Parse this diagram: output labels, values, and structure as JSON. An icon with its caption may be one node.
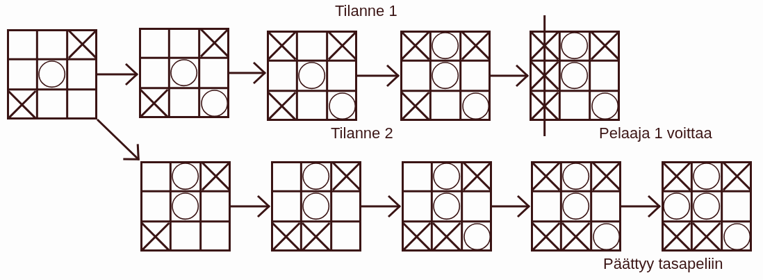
{
  "diagram": {
    "nodes": [
      {
        "text": [],
        "shape": "box"
      },
      {
        "text": [],
        "shape": "cross",
        "in": 0
      },
      {
        "text": [],
        "shape": "circle",
        "in": 0
      },
      {
        "text": [],
        "shape": "cross",
        "in": 0
      },
      {
        "text": [],
        "shape": "box"
      },
      {
        "text": [],
        "shape": "cross",
        "in": 4
      },
      {
        "text": [],
        "shape": "circle",
        "in": 4
      },
      {
        "text": [],
        "shape": "cross",
        "in": 4
      },
      {
        "text": [],
        "shape": "circle",
        "in": 4
      },
      {
        "text": [],
        "shape": "box"
      },
      {
        "text": [],
        "shape": "cross",
        "in": 9
      },
      {
        "text": [],
        "shape": "cross",
        "in": 9
      },
      {
        "text": [],
        "shape": "circle",
        "in": 9
      },
      {
        "text": [],
        "shape": "cross",
        "in": 9
      },
      {
        "text": [],
        "shape": "circle",
        "in": 9
      },
      {
        "text": [],
        "shape": "box"
      },
      {
        "text": [],
        "shape": "cross",
        "in": 15
      },
      {
        "text": [],
        "shape": "circle",
        "in": 15
      },
      {
        "text": [],
        "shape": "cross",
        "in": 15
      },
      {
        "text": [],
        "shape": "circle",
        "in": 15
      },
      {
        "text": [],
        "shape": "cross",
        "in": 15
      },
      {
        "text": [],
        "shape": "circle",
        "in": 15
      },
      {
        "text": [],
        "shape": "box",
        "beside": [
          "Pelaaja 1 voittaa"
        ]
      },
      {
        "text": [],
        "shape": "cross",
        "in": 22
      },
      {
        "text": [],
        "shape": "circle",
        "in": 22
      },
      {
        "text": [],
        "shape": "cross",
        "in": 22
      },
      {
        "text": [],
        "shape": "cross",
        "in": 22
      },
      {
        "text": [],
        "shape": "circle",
        "in": 22
      },
      {
        "text": [],
        "shape": "cross",
        "in": 22
      },
      {
        "text": [],
        "shape": "circle",
        "in": 22
      },
      {
        "text": [],
        "shape": "box"
      },
      {
        "text": [],
        "shape": "circle",
        "in": 30
      },
      {
        "text": [],
        "shape": "cross",
        "in": 30
      },
      {
        "text": [],
        "shape": "circle",
        "in": 30
      },
      {
        "text": [],
        "shape": "cross",
        "in": 30
      },
      {
        "text": [],
        "shape": "box"
      },
      {
        "text": [],
        "shape": "circle",
        "in": 35
      },
      {
        "text": [],
        "shape": "cross",
        "in": 35
      },
      {
        "text": [],
        "shape": "circle",
        "in": 35
      },
      {
        "text": [],
        "shape": "cross",
        "in": 35
      },
      {
        "text": [],
        "shape": "cross",
        "in": 35
      },
      {
        "text": [],
        "shape": "box"
      },
      {
        "text": [],
        "shape": "circle",
        "in": 41
      },
      {
        "text": [],
        "shape": "cross",
        "in": 41
      },
      {
        "text": [],
        "shape": "circle",
        "in": 41
      },
      {
        "text": [],
        "shape": "cross",
        "in": 41
      },
      {
        "text": [],
        "shape": "cross",
        "in": 41
      },
      {
        "text": [],
        "shape": "circle",
        "in": 41
      },
      {
        "text": [],
        "shape": "box"
      },
      {
        "text": [],
        "shape": "cross",
        "in": 48
      },
      {
        "text": [],
        "shape": "circle",
        "in": 48
      },
      {
        "text": [],
        "shape": "cross",
        "in": 48
      },
      {
        "text": [],
        "shape": "circle",
        "in": 48
      },
      {
        "text": [],
        "shape": "cross",
        "in": 48
      },
      {
        "text": [],
        "shape": "cross",
        "in": 48
      },
      {
        "text": [],
        "shape": "circle",
        "in": 48
      },
      {
        "text": [],
        "shape": "box",
        "beside": [
          "Päättyy tasapeliin"
        ]
      },
      {
        "text": [],
        "shape": "cross",
        "in": 56
      },
      {
        "text": [],
        "shape": "circle",
        "in": 56
      },
      {
        "text": [],
        "shape": "cross",
        "in": 56
      },
      {
        "text": [],
        "shape": "circle",
        "in": 56
      },
      {
        "text": [],
        "shape": "circle",
        "in": 56
      },
      {
        "text": [],
        "shape": "cross",
        "in": 56
      },
      {
        "text": [],
        "shape": "cross",
        "in": 56
      },
      {
        "text": [],
        "shape": "circle",
        "in": 56
      }
    ],
    "edges": [
      {
        "from": 0,
        "to": 4,
        "arrow": "to"
      },
      {
        "from": 4,
        "to": 9,
        "arrow": "to"
      },
      {
        "from": 9,
        "to": 15,
        "arrow": "to"
      },
      {
        "from": 15,
        "to": 22,
        "arrow": "to"
      },
      {
        "from": 0,
        "to": 30,
        "arrow": "to"
      },
      {
        "from": 30,
        "to": 35,
        "arrow": "to"
      },
      {
        "from": 35,
        "to": 41,
        "arrow": "to"
      },
      {
        "from": 41,
        "to": 48,
        "arrow": "to"
      },
      {
        "from": 48,
        "to": 56,
        "arrow": "to"
      }
    ],
    "labels": [
      "Tilanne 1",
      "Tilanne 2"
    ]
  }
}
